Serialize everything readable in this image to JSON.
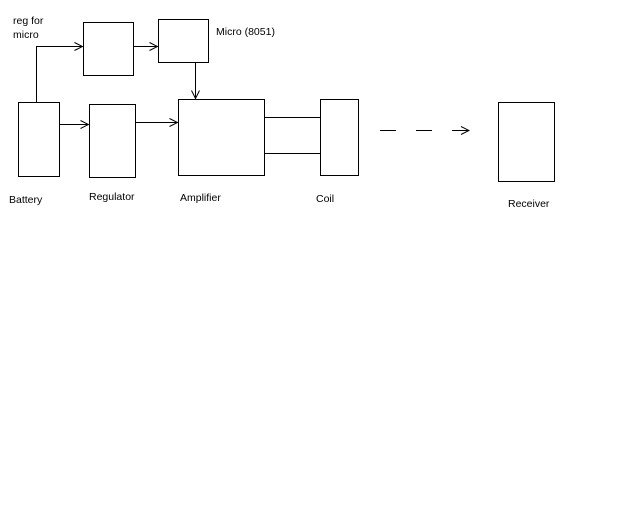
{
  "colors": {
    "background": "#ffffff",
    "stroke": "#000000",
    "text": "#000000"
  },
  "labels": {
    "reg_for_micro_line1": "reg for",
    "reg_for_micro_line2": "micro",
    "micro": "Micro (8051)",
    "battery": "Battery",
    "regulator": "Regulator",
    "amplifier": "Amplifier",
    "coil": "Coil",
    "receiver": "Receiver"
  }
}
